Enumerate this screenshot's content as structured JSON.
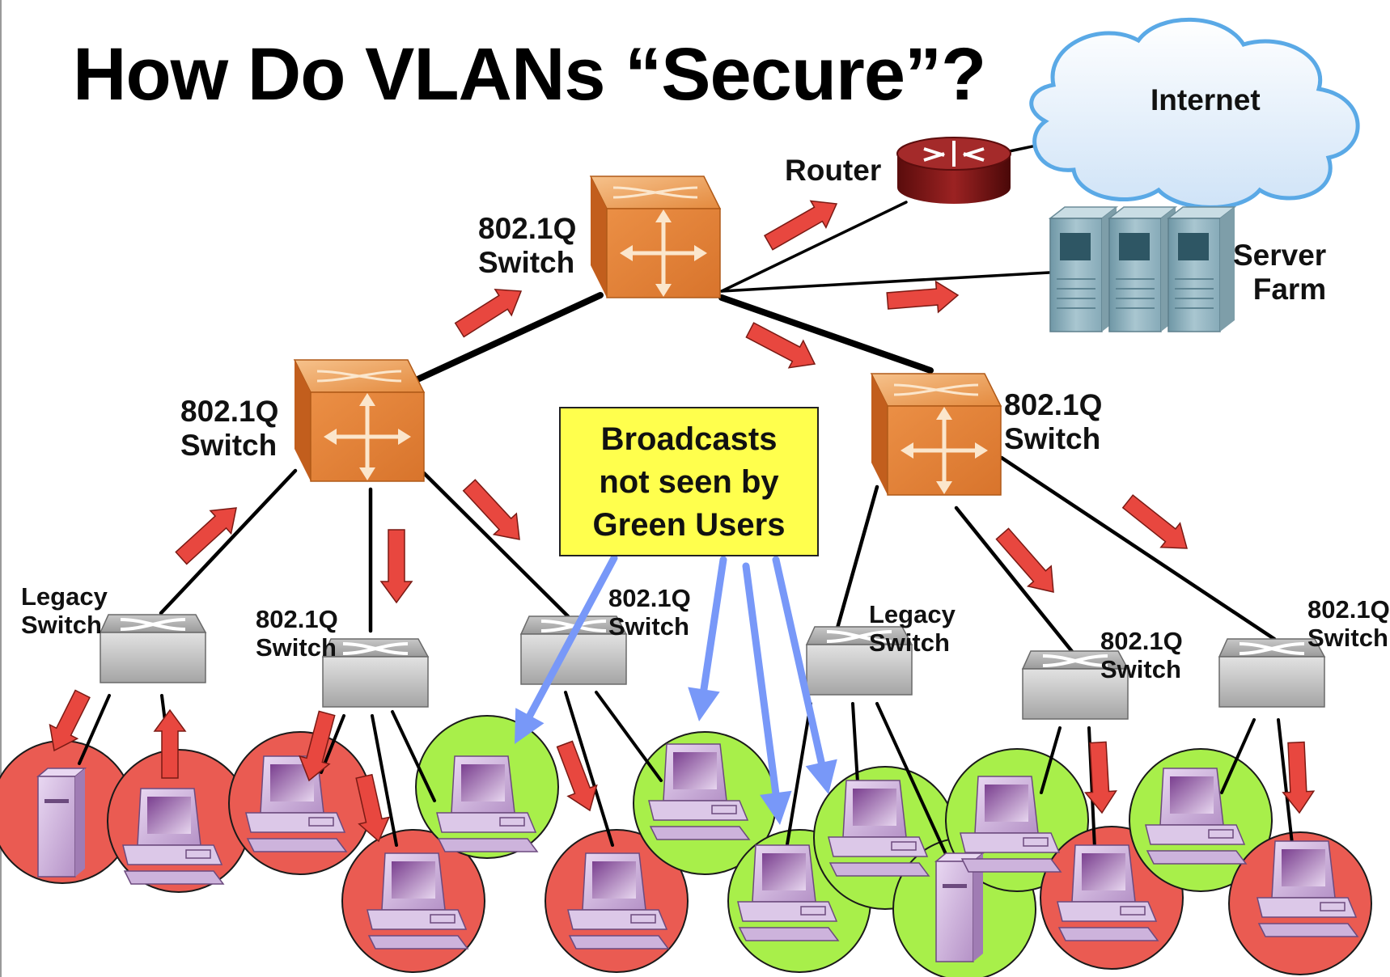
{
  "title": "How Do VLANs “Secure”?",
  "callout": "Broadcasts\nnot seen by\nGreen Users",
  "labels": {
    "internet": "Internet",
    "router": "Router",
    "server_farm": "Server\nFarm",
    "core_switch": "802.1Q\nSwitch",
    "left_switch": "802.1Q\nSwitch",
    "right_switch": "802.1Q\nSwitch",
    "legacy_left": "Legacy\nSwitch",
    "access_2": "802.1Q\nSwitch",
    "access_3": "802.1Q\nSwitch",
    "legacy_right": "Legacy\nSwitch",
    "access_5": "802.1Q\nSwitch",
    "access_6": "802.1Q\nSwitch"
  },
  "colors": {
    "red_vlan": "#ea5b52",
    "green_vlan": "#a8ef4a",
    "broadcast_arrow": "#e8473f",
    "blue_arrow": "#7898f8",
    "callout_fill": "#ffff4d",
    "switch_orange": "#e07c2c",
    "router_red": "#8b1a1a"
  },
  "icons": {
    "core": "layer3-switch-icon",
    "access": "workgroup-switch-icon",
    "router": "router-icon",
    "servers": "server-farm-icon",
    "cloud": "internet-cloud-icon",
    "pc": "workstation-icon",
    "tower": "tower-server-icon"
  }
}
